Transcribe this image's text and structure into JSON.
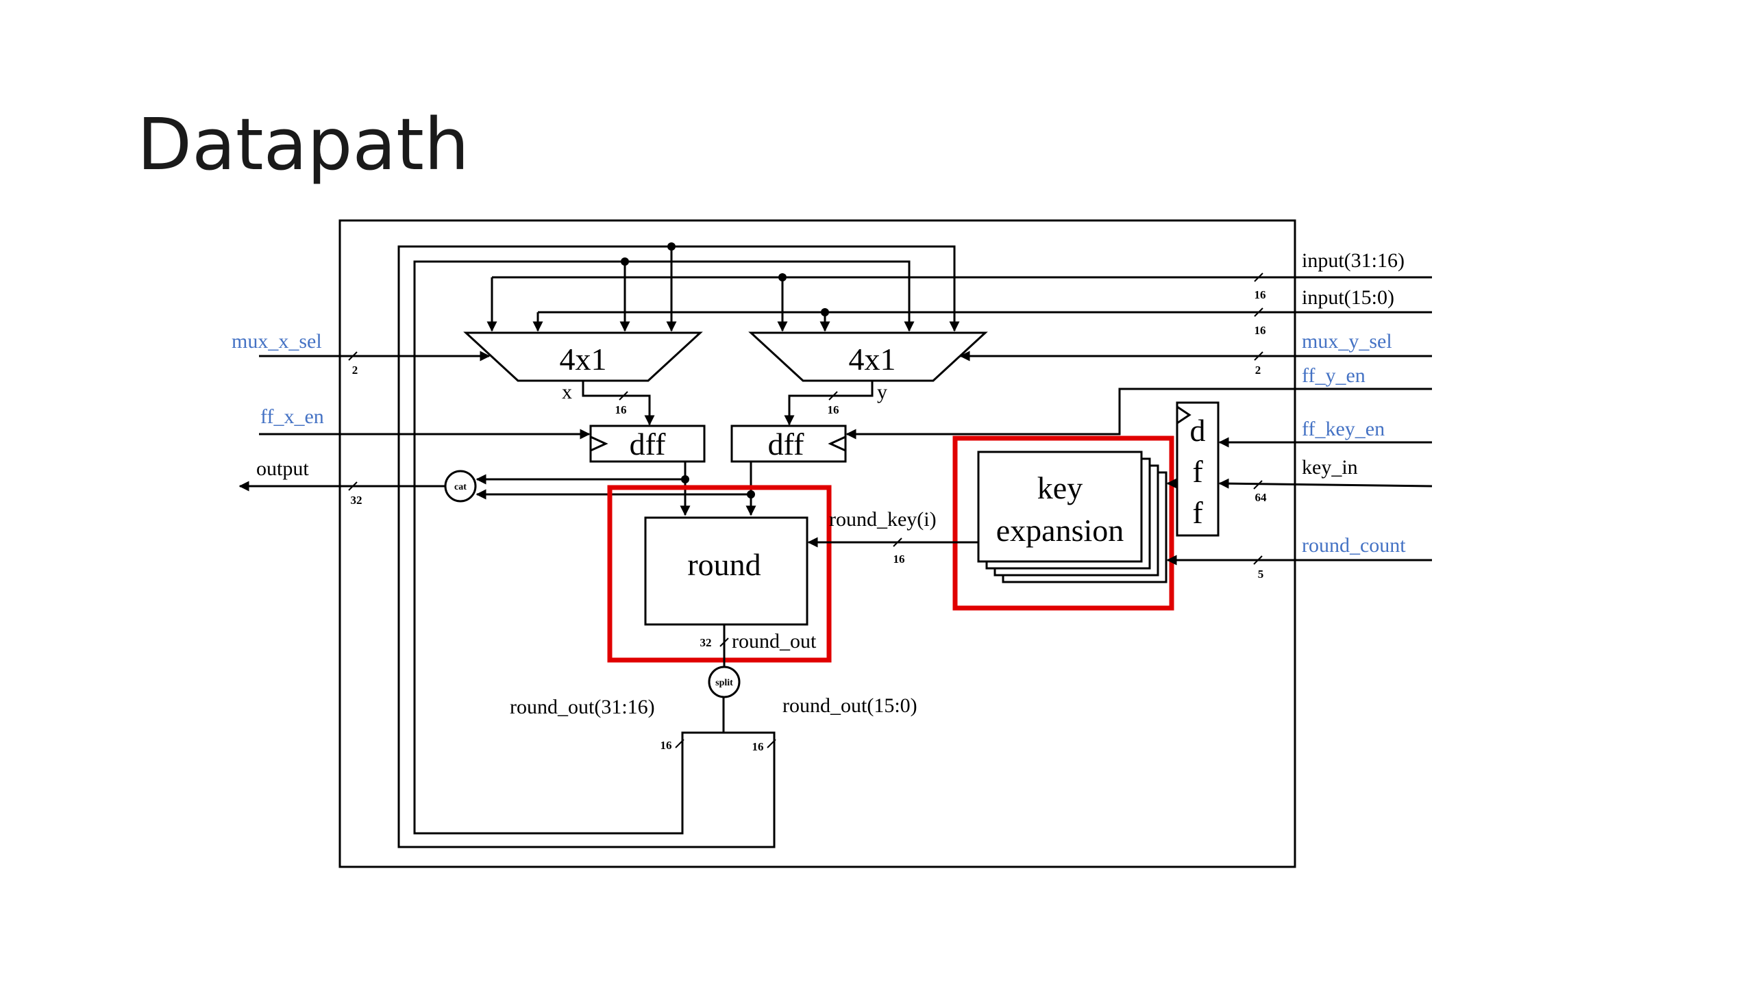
{
  "slide": {
    "title": "Datapath"
  },
  "colors": {
    "control_signal": "#4472c4",
    "highlight": "#e00000"
  },
  "blocks": {
    "mux_x": "4x1",
    "mux_y": "4x1",
    "dff_x": "dff",
    "dff_y": "dff",
    "round": "round",
    "key_expansion_line1": "key",
    "key_expansion_line2": "expansion",
    "dff_key": [
      "d",
      "f",
      "f"
    ],
    "cat": "cat",
    "split": "split"
  },
  "inputs": {
    "input_hi": "input(31:16)",
    "input_lo": "input(15:0)",
    "mux_y_sel": "mux_y_sel",
    "ff_y_en": "ff_y_en",
    "ff_key_en": "ff_key_en",
    "key_in": "key_in",
    "round_count": "round_count",
    "mux_x_sel": "mux_x_sel",
    "ff_x_en": "ff_x_en"
  },
  "outputs": {
    "output": "output"
  },
  "signals": {
    "x": "x",
    "y": "y",
    "round_key": "round_key(i)",
    "round_out": "round_out",
    "round_out_hi": "round_out(31:16)",
    "round_out_lo": "round_out(15:0)"
  },
  "widths": {
    "input_hi": "16",
    "input_lo": "16",
    "mux_y_sel": "2",
    "mux_x_sel": "2",
    "key_in": "64",
    "round_count": "5",
    "output": "32",
    "x": "16",
    "y": "16",
    "round_key": "16",
    "round_out": "32",
    "round_out_hi": "16",
    "round_out_lo": "16"
  }
}
